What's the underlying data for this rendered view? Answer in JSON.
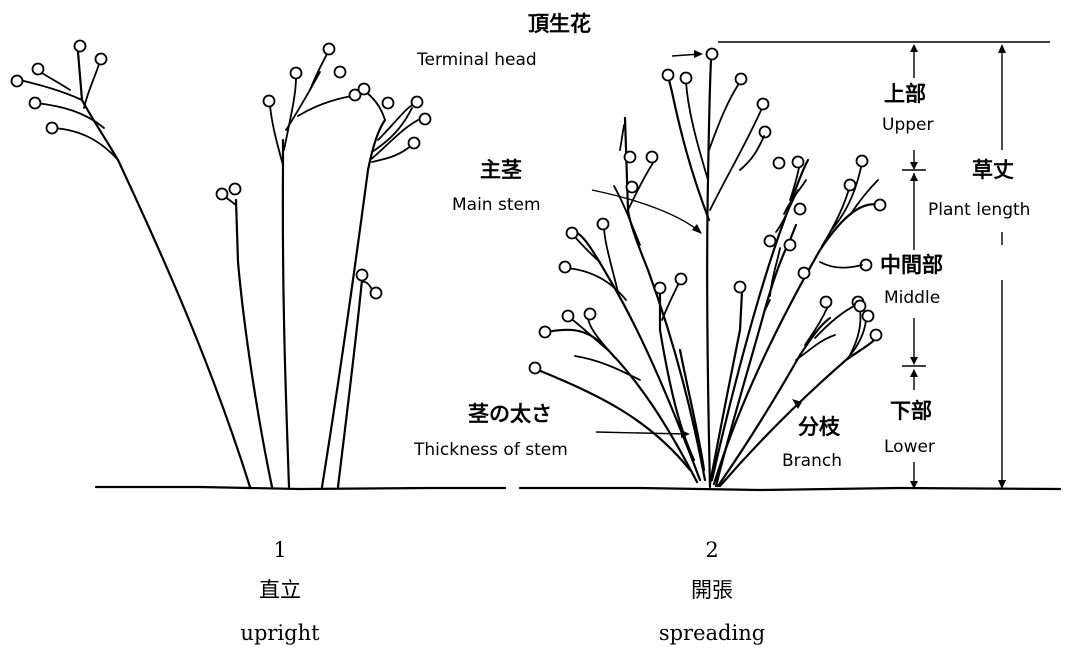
{
  "labels": {
    "terminal_head_jp": "頂生花",
    "terminal_head_en": "Terminal head",
    "main_stem_jp": "主茎",
    "main_stem_en": "Main stem",
    "thickness_jp": "茎の太さ",
    "thickness_en": "Thickness of stem",
    "branch_jp": "分枝",
    "branch_en": "Branch",
    "upper_jp": "上部",
    "upper_en": "Upper",
    "middle_jp": "中間部",
    "middle_en": "Middle",
    "lower_jp": "下部",
    "lower_en": "Lower",
    "plant_length_jp": "草丈",
    "plant_length_en": "Plant length"
  },
  "captions": [
    {
      "number": "1",
      "jp": "直立",
      "en": "upright"
    },
    {
      "number": "2",
      "jp": "開張",
      "en": "spreading"
    }
  ]
}
